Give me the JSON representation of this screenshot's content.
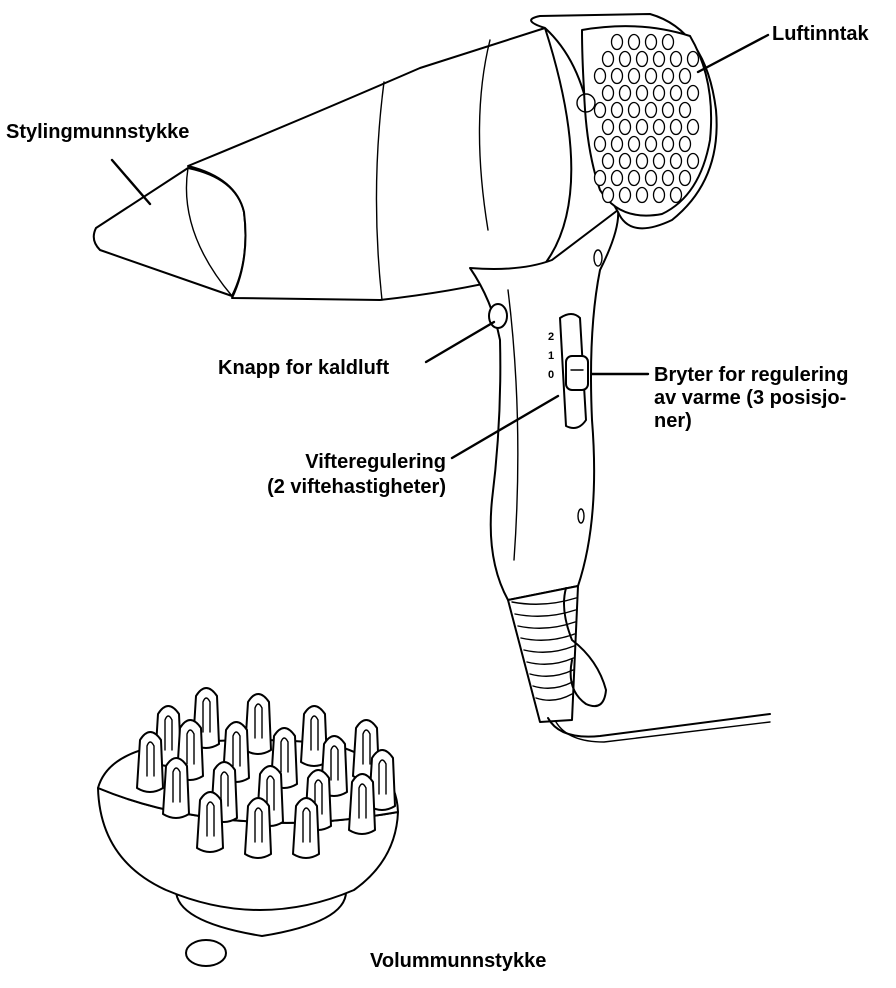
{
  "labels": {
    "styling_nozzle": "Stylingmunnstykke",
    "air_intake": "Luftinntak",
    "cool_shot": "Knapp for kaldluft",
    "heat_switch_line1": "Bryter for regulering",
    "heat_switch_line2": "av varme (3 posisjo-",
    "heat_switch_line3": "ner)",
    "fan_control_line1": "Vifteregulering",
    "fan_control_line2": "(2 viftehastigheter)",
    "diffuser": "Volummunnstykke"
  },
  "switch_positions": [
    "2",
    "1",
    "0"
  ],
  "colors": {
    "line": "#000000",
    "background": "#ffffff"
  }
}
